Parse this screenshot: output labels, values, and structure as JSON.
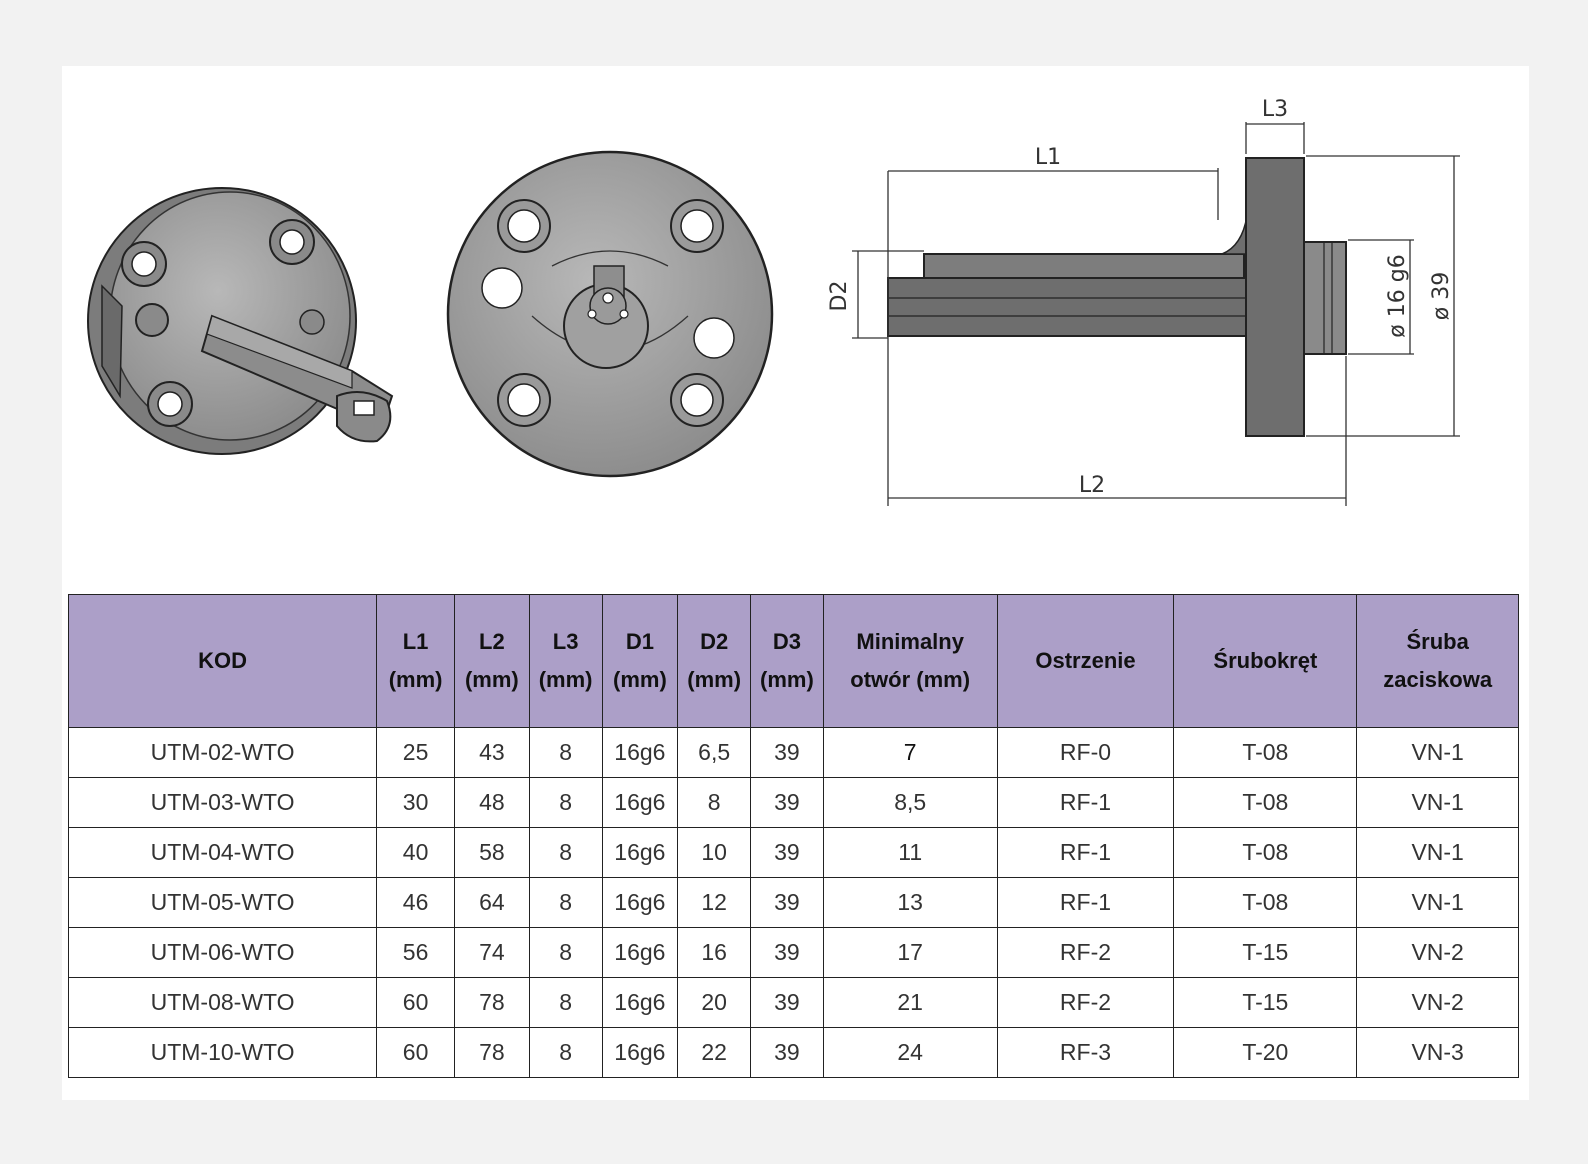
{
  "drawing": {
    "labels": {
      "l1": "L1",
      "l2": "L2",
      "l3": "L3",
      "d2": "D2",
      "d1_spec": "ø 16 g6",
      "d3_spec": "ø 39"
    },
    "colors": {
      "body": "#9a9a9a",
      "shade": "#6e6e6e",
      "outline": "#222222"
    }
  },
  "table": {
    "headers": [
      {
        "key": "kod",
        "lines": [
          "KOD"
        ]
      },
      {
        "key": "l1",
        "lines": [
          "L1",
          "(mm)"
        ]
      },
      {
        "key": "l2",
        "lines": [
          "L2",
          "(mm)"
        ]
      },
      {
        "key": "l3",
        "lines": [
          "L3",
          "(mm)"
        ]
      },
      {
        "key": "d1",
        "lines": [
          "D1",
          "(mm)"
        ]
      },
      {
        "key": "d2",
        "lines": [
          "D2",
          "(mm)"
        ]
      },
      {
        "key": "d3",
        "lines": [
          "D3",
          "(mm)"
        ]
      },
      {
        "key": "min",
        "lines": [
          "Minimalny",
          "otwór (mm)"
        ]
      },
      {
        "key": "ostrzenie",
        "lines": [
          "Ostrzenie"
        ]
      },
      {
        "key": "srubokret",
        "lines": [
          "Śrubokręt"
        ]
      },
      {
        "key": "sruba",
        "lines": [
          "Śruba",
          "zaciskowa"
        ]
      }
    ],
    "rows": [
      [
        "UTM-02-WTO",
        "25",
        "43",
        "8",
        "16g6",
        "6,5",
        "39",
        "7",
        "RF-0",
        "T-08",
        "VN-1"
      ],
      [
        "UTM-03-WTO",
        "30",
        "48",
        "8",
        "16g6",
        "8",
        "39",
        "8,5",
        "RF-1",
        "T-08",
        "VN-1"
      ],
      [
        "UTM-04-WTO",
        "40",
        "58",
        "8",
        "16g6",
        "10",
        "39",
        "11",
        "RF-1",
        "T-08",
        "VN-1"
      ],
      [
        "UTM-05-WTO",
        "46",
        "64",
        "8",
        "16g6",
        "12",
        "39",
        "13",
        "RF-1",
        "T-08",
        "VN-1"
      ],
      [
        "UTM-06-WTO",
        "56",
        "74",
        "8",
        "16g6",
        "16",
        "39",
        "17",
        "RF-2",
        "T-15",
        "VN-2"
      ],
      [
        "UTM-08-WTO",
        "60",
        "78",
        "8",
        "16g6",
        "20",
        "39",
        "21",
        "RF-2",
        "T-15",
        "VN-2"
      ],
      [
        "UTM-10-WTO",
        "60",
        "78",
        "8",
        "16g6",
        "22",
        "39",
        "24",
        "RF-3",
        "T-20",
        "VN-3"
      ]
    ]
  }
}
